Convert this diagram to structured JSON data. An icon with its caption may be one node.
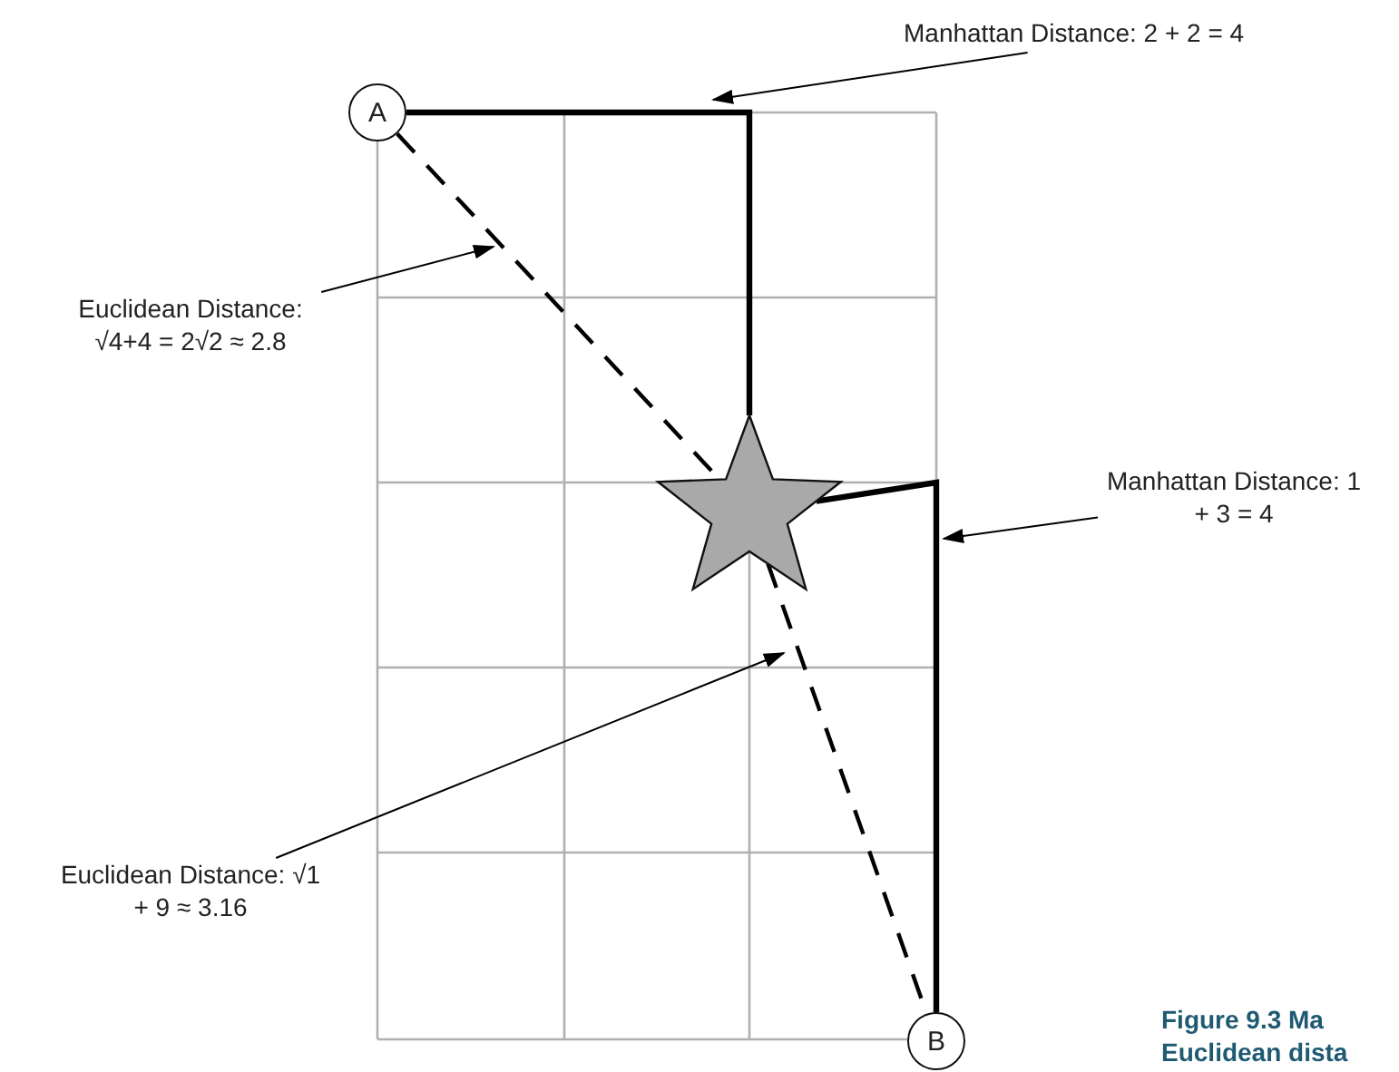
{
  "diagram": {
    "caption": "Figure 9.3 Ma Euclidean dista",
    "nodes": [
      {
        "text": [
          "A"
        ]
      },
      {
        "text": [],
        "shape": "star"
      },
      {
        "text": [
          "B"
        ]
      },
      {
        "text": [
          "Manhattan Distance: 2 + 2 = 4"
        ]
      },
      {
        "text": [
          "Euclidean Distance: √4+4 = 2√2 ≈ 2.8"
        ]
      },
      {
        "text": [
          "Manhattan Distance: 1 + 3 = 4"
        ]
      },
      {
        "text": [
          "Euclidean Distance: √1 + 9 ≈ 3.16"
        ]
      }
    ],
    "edges": [
      {
        "from": 0,
        "to": 1,
        "arrow": "none",
        "style": "thick"
      },
      {
        "from": 0,
        "to": 1,
        "arrow": "none",
        "style": "dashed"
      },
      {
        "from": 1,
        "to": 2,
        "arrow": "none",
        "style": "thick"
      },
      {
        "from": 1,
        "to": 2,
        "arrow": "none",
        "style": "dashed"
      },
      {
        "from": 3,
        "to": null,
        "arrow": "to"
      },
      {
        "from": 4,
        "to": null,
        "arrow": "to"
      },
      {
        "from": 5,
        "to": null,
        "arrow": "to"
      },
      {
        "from": 6,
        "to": null,
        "arrow": "to"
      }
    ]
  }
}
